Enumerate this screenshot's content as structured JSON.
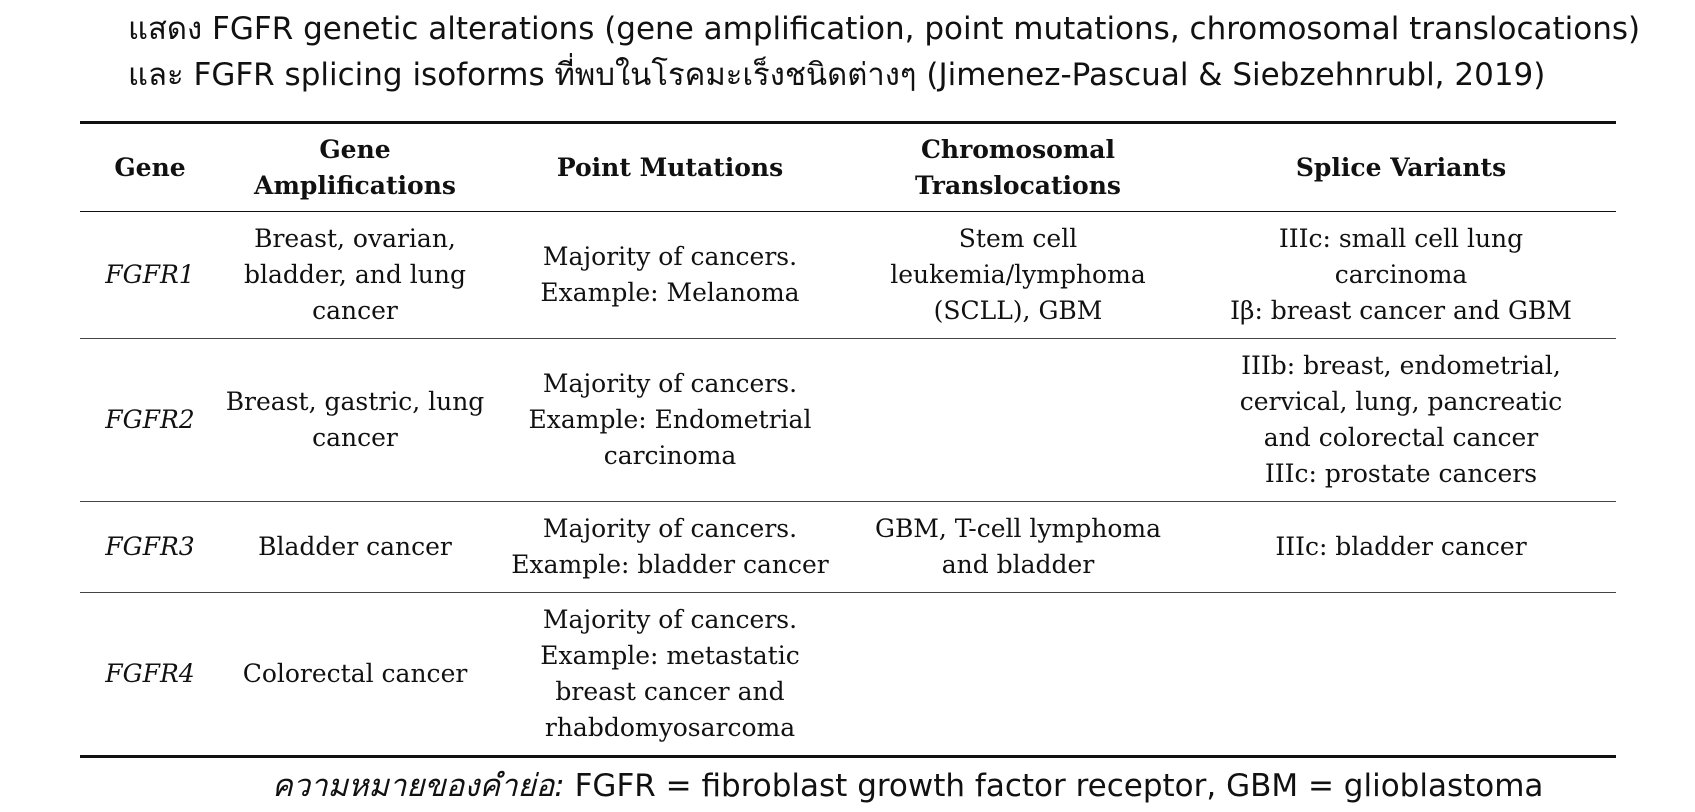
{
  "caption": {
    "line1": "แสดง FGFR genetic alterations (gene amplification, point mutations, chromosomal translocations)",
    "line2": "และ FGFR splicing isoforms ที่พบในโรคมะเร็งชนิดต่างๆ (Jimenez-Pascual & Siebzehnrubl, 2019)"
  },
  "table": {
    "headers": {
      "gene": [
        "Gene"
      ],
      "amplifications": [
        "Gene",
        "Amplifications"
      ],
      "mutations": [
        "Point Mutations"
      ],
      "translocations": [
        "Chromosomal",
        "Translocations"
      ],
      "splice": [
        "Splice Variants"
      ]
    },
    "rows": [
      {
        "gene": "FGFR1",
        "amplifications": [
          "Breast, ovarian,",
          "bladder, and lung",
          "cancer"
        ],
        "mutations": [
          "Majority of cancers.",
          "Example: Melanoma"
        ],
        "translocations": [
          "Stem cell",
          "leukemia/lymphoma",
          "(SCLL), GBM"
        ],
        "splice": [
          "IIIc: small cell lung",
          "carcinoma",
          "Iβ: breast cancer and GBM"
        ]
      },
      {
        "gene": "FGFR2",
        "amplifications": [
          "Breast, gastric, lung",
          "cancer"
        ],
        "mutations": [
          "Majority of cancers.",
          "Example: Endometrial",
          "carcinoma"
        ],
        "translocations": [],
        "splice": [
          "IIIb: breast, endometrial,",
          "cervical, lung, pancreatic",
          "and colorectal cancer",
          "IIIc: prostate cancers"
        ]
      },
      {
        "gene": "FGFR3",
        "amplifications": [
          "Bladder cancer"
        ],
        "mutations": [
          "Majority of cancers.",
          "Example: bladder cancer"
        ],
        "translocations": [
          "GBM, T-cell lymphoma",
          "and bladder"
        ],
        "splice": [
          "IIIc: bladder cancer"
        ]
      },
      {
        "gene": "FGFR4",
        "amplifications": [
          "Colorectal cancer"
        ],
        "mutations": [
          "Majority of cancers.",
          "Example: metastatic",
          "breast cancer and",
          "rhabdomyosarcoma"
        ],
        "translocations": [],
        "splice": []
      }
    ]
  },
  "footnote": {
    "lead": "ความหมายของคำย่อ:",
    "text": " FGFR = fibroblast growth factor receptor, GBM = glioblastoma"
  }
}
